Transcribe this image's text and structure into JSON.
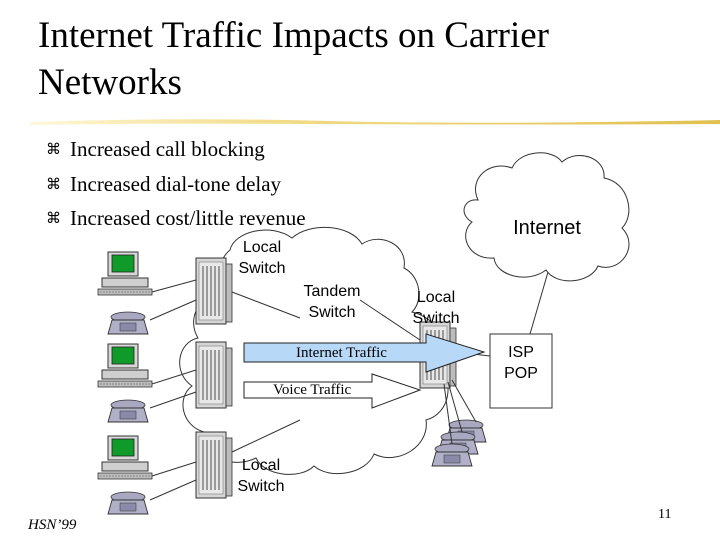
{
  "title": "Internet Traffic Impacts on Carrier Networks",
  "bullets": [
    "Increased call blocking",
    "Increased dial-tone delay",
    "Increased cost/little revenue"
  ],
  "bullet_icon": "z-bullet-icon",
  "diagram": {
    "internet_cloud_label": "Internet",
    "local_switch_top": "Local Switch",
    "tandem_switch": "Tandem Switch",
    "local_switch_right": "Local Switch",
    "local_switch_bottom": "Local Switch",
    "isp_pop": "ISP POP",
    "internet_traffic": "Internet Traffic",
    "voice_traffic": "Voice Traffic",
    "colors": {
      "internet_arrow": "#b8d8f8",
      "computer_screen": "#0f9a2a",
      "phone": "#8a8aa8"
    }
  },
  "footer": "HSN’99",
  "page_number": "11"
}
